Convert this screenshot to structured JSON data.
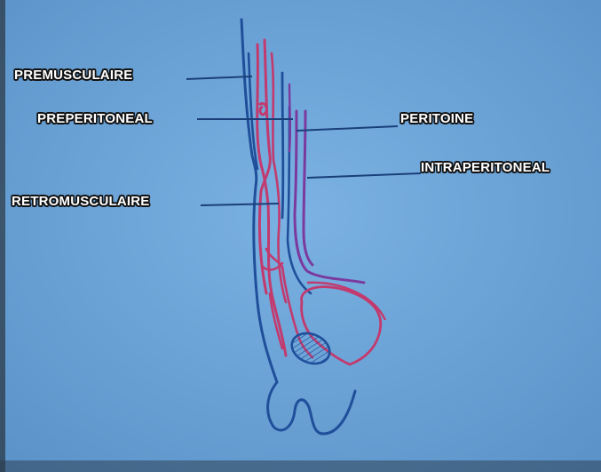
{
  "labels": {
    "premusculaire": "PREMUSCULAIRE",
    "preperitoneal": "PREPERITONEAL",
    "peritoine": "PERITOINE",
    "intraperitoneal": "INTRAPERITONEAL",
    "retromusculaire": "RETROMUSCULAIRE"
  },
  "colors": {
    "background": "#6fa8dc",
    "blue_ink": "#1f4f9a",
    "red_ink": "#c23a6e",
    "purple_ink": "#7a3a9e",
    "leader_line": "#1a3f7a",
    "label_text": "#ffffff",
    "label_outline": "#111111"
  }
}
